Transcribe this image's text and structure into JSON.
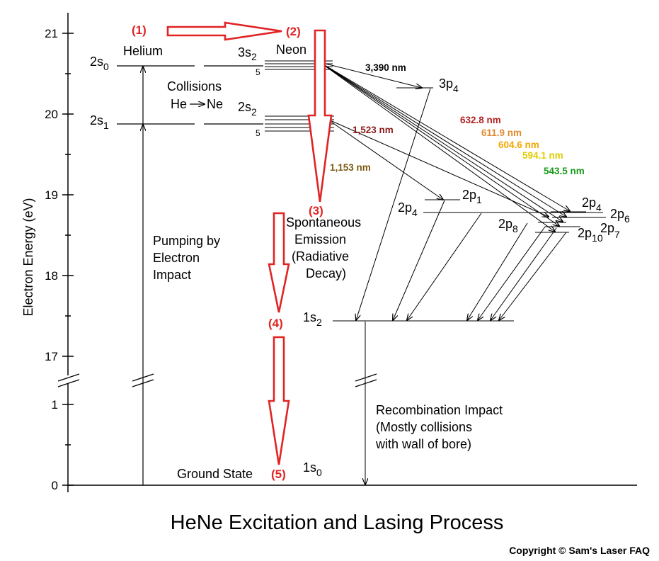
{
  "title": "HeNe Excitation and Lasing Process",
  "copyright": "Copyright © Sam's Laser FAQ",
  "y_axis": {
    "label": "Electron Energy (eV)",
    "ticks": [
      "21",
      "20",
      "19",
      "18",
      "17",
      "1",
      "0"
    ]
  },
  "helium": {
    "title": "Helium",
    "level_2s0": {
      "base": "2s",
      "sub": "0"
    },
    "level_2s1": {
      "base": "2s",
      "sub": "1"
    },
    "pumping": [
      "Pumping by",
      "Electron",
      "Impact"
    ]
  },
  "collisions": {
    "line1": "Collisions",
    "he": "He",
    "ne": "Ne"
  },
  "neon": {
    "title": "Neon",
    "level_3s2": {
      "base": "3s",
      "sub": "2",
      "count": "5"
    },
    "level_2s2": {
      "base": "2s",
      "sub": "2",
      "count": "5"
    },
    "level_3p4": {
      "base": "3p",
      "sub": "4"
    },
    "level_2p1": {
      "base": "2p",
      "sub": "1"
    },
    "level_2p4_left": {
      "base": "2p",
      "sub": "4"
    },
    "level_2p4_right": {
      "base": "2p",
      "sub": "4"
    },
    "level_2p6": {
      "base": "2p",
      "sub": "6"
    },
    "level_2p7": {
      "base": "2p",
      "sub": "7"
    },
    "level_2p8": {
      "base": "2p",
      "sub": "8"
    },
    "level_2p10": {
      "base": "2p",
      "sub": "10"
    },
    "level_1s2": {
      "base": "1s",
      "sub": "2"
    },
    "level_1s0": {
      "base": "1s",
      "sub": "0"
    }
  },
  "wavelengths": [
    {
      "label": "3,390 nm",
      "color": "#000000"
    },
    {
      "label": "632.8 nm",
      "color": "#b22222"
    },
    {
      "label": "611.9 nm",
      "color": "#e08a2e"
    },
    {
      "label": "604.6 nm",
      "color": "#f0a800"
    },
    {
      "label": "594.1 nm",
      "color": "#e0cc00"
    },
    {
      "label": "543.5 nm",
      "color": "#1a9a1a"
    },
    {
      "label": "1,523 nm",
      "color": "#8b1a1a"
    },
    {
      "label": "1,153 nm",
      "color": "#7a5a10"
    }
  ],
  "steps": [
    "(1)",
    "(2)",
    "(3)",
    "(4)",
    "(5)"
  ],
  "step_color": "#e02424",
  "spontaneous": [
    "Spontaneous",
    "Emission",
    "(Radiative",
    "Decay)"
  ],
  "ground_state": "Ground State",
  "recombination": [
    "Recombination Impact",
    "(Mostly collisions",
    "with wall of bore)"
  ]
}
